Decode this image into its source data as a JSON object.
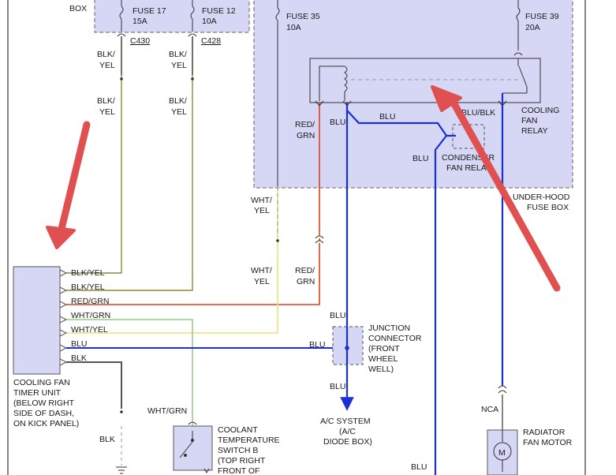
{
  "labels": {
    "box": "BOX",
    "fuse17": "FUSE 17",
    "fuse17_amp": "15A",
    "c430": "C430",
    "fuse12": "FUSE 12",
    "fuse12_amp": "10A",
    "c428": "C428",
    "fuse35": "FUSE 35",
    "fuse35_amp": "10A",
    "fuse39": "FUSE 39",
    "fuse39_amp": "20A",
    "w1_top_a": "BLK/",
    "w1_top_b": "YEL",
    "w1_mid_a": "BLK/",
    "w1_mid_b": "YEL",
    "w2_top_a": "BLK/",
    "w2_top_b": "YEL",
    "w2_mid_a": "BLK/",
    "w2_mid_b": "YEL",
    "rg_top_a": "RED/",
    "rg_top_b": "GRN",
    "rg_bot_a": "RED/",
    "rg_bot_b": "GRN",
    "wy_top_a": "WHT/",
    "wy_top_b": "YEL",
    "wy_bot_a": "WHT/",
    "wy_bot_b": "YEL",
    "blu_relay": "BLU",
    "blu_diag": "BLU",
    "blu_cond": "BLU",
    "blu_blk": "BLU/BLK",
    "cooling_fan_relay": [
      "COOLING",
      "FAN",
      "RELAY"
    ],
    "condenser_fan_relay": [
      "CONDENSER",
      "FAN RELAY"
    ],
    "underhood": [
      "UNDER-HOOD",
      "FUSE BOX"
    ],
    "timer_wires": [
      "BLK/YEL",
      "BLK/YEL",
      "RED/GRN",
      "WHT/GRN",
      "WHT/YEL",
      "BLU",
      "BLK"
    ],
    "timer_unit": [
      "COOLING FAN",
      "TIMER UNIT",
      "(BELOW RIGHT",
      "SIDE OF DASH,",
      "ON KICK PANEL)"
    ],
    "blu_timer": "BLU",
    "blu_jc_top": "BLU",
    "blu_jc_bot": "BLU",
    "junction": [
      "JUNCTION",
      "CONNECTOR",
      "(FRONT",
      "WHEEL",
      "WELL)"
    ],
    "ac_system": [
      "A/C SYSTEM",
      "(A/C",
      "DIODE BOX)"
    ],
    "blu_bottom": "BLU",
    "wht_grn": "WHT/GRN",
    "coolant": [
      "COOLANT",
      "TEMPERATURE",
      "SWITCH B",
      "(TOP RIGHT",
      "FRONT OF"
    ],
    "blk_bottom": "BLK",
    "nca": "NCA",
    "radiator": [
      "RADIATOR",
      "FAN MOTOR"
    ],
    "motor_symbol": "M"
  },
  "colors": {
    "box_fill": "#d6d6f5",
    "blu": "#1a2fd6",
    "red_grn": "#d9441e",
    "blk_yel": "#8a8a3a",
    "wht_grn": "#9ec98a",
    "wht_yel": "#e8e27a",
    "blk": "#555555",
    "arrow": "#e05050"
  }
}
